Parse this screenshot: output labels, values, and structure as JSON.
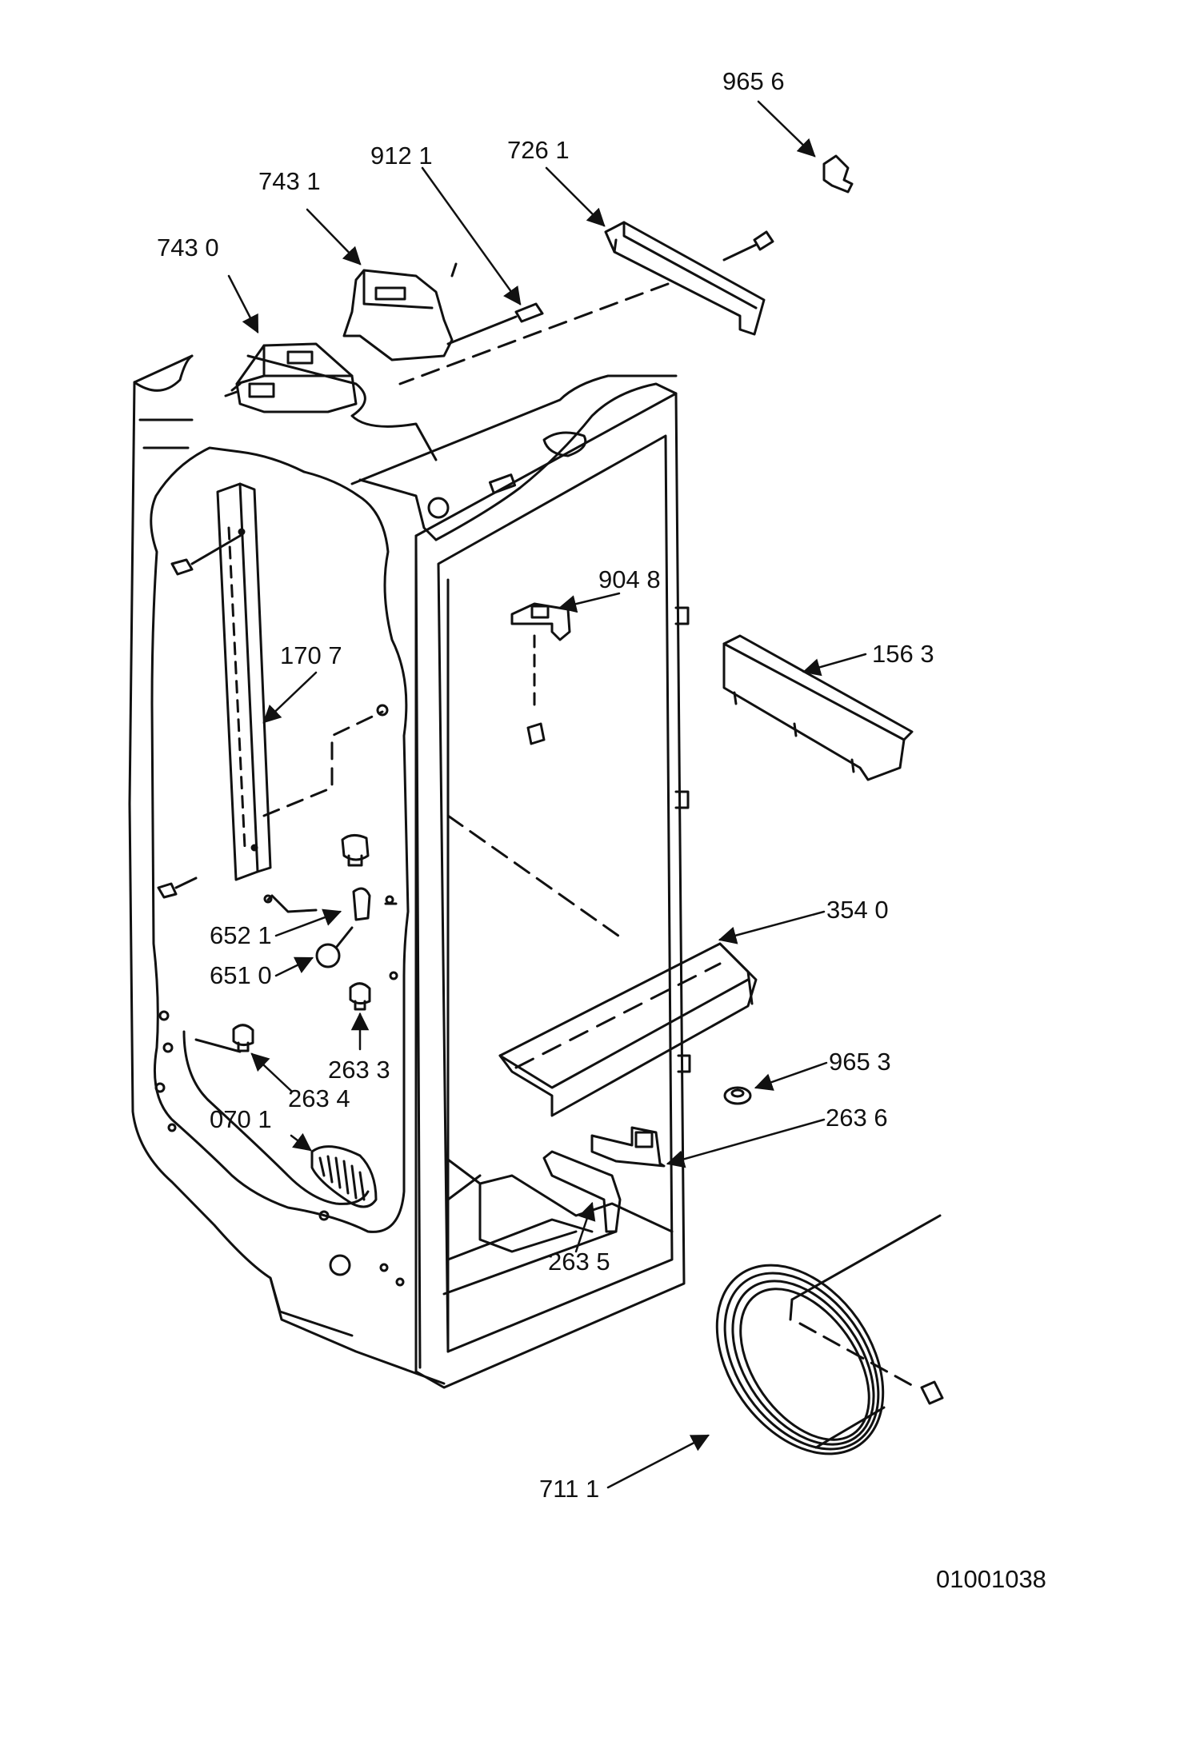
{
  "diagram": {
    "callouts": [
      {
        "id": "p9656",
        "text": "965 6"
      },
      {
        "id": "p7261",
        "text": "726 1"
      },
      {
        "id": "p9121",
        "text": "912 1"
      },
      {
        "id": "p7431",
        "text": "743 1"
      },
      {
        "id": "p7430",
        "text": "743 0"
      },
      {
        "id": "p9048",
        "text": "904 8"
      },
      {
        "id": "p1563",
        "text": "156 3"
      },
      {
        "id": "p1707",
        "text": "170 7"
      },
      {
        "id": "p3540",
        "text": "354 0"
      },
      {
        "id": "p6521",
        "text": "652 1"
      },
      {
        "id": "p6510",
        "text": "651 0"
      },
      {
        "id": "p2633",
        "text": "263 3"
      },
      {
        "id": "p9653",
        "text": "965 3"
      },
      {
        "id": "p2634",
        "text": "263 4"
      },
      {
        "id": "p2636",
        "text": "263 6"
      },
      {
        "id": "p0701",
        "text": "070 1"
      },
      {
        "id": "p2635",
        "text": "263 5"
      },
      {
        "id": "p7111",
        "text": "711 1"
      }
    ],
    "drawing_number": "01001038"
  },
  "colors": {
    "ink": "#111111",
    "paper": "#ffffff"
  }
}
